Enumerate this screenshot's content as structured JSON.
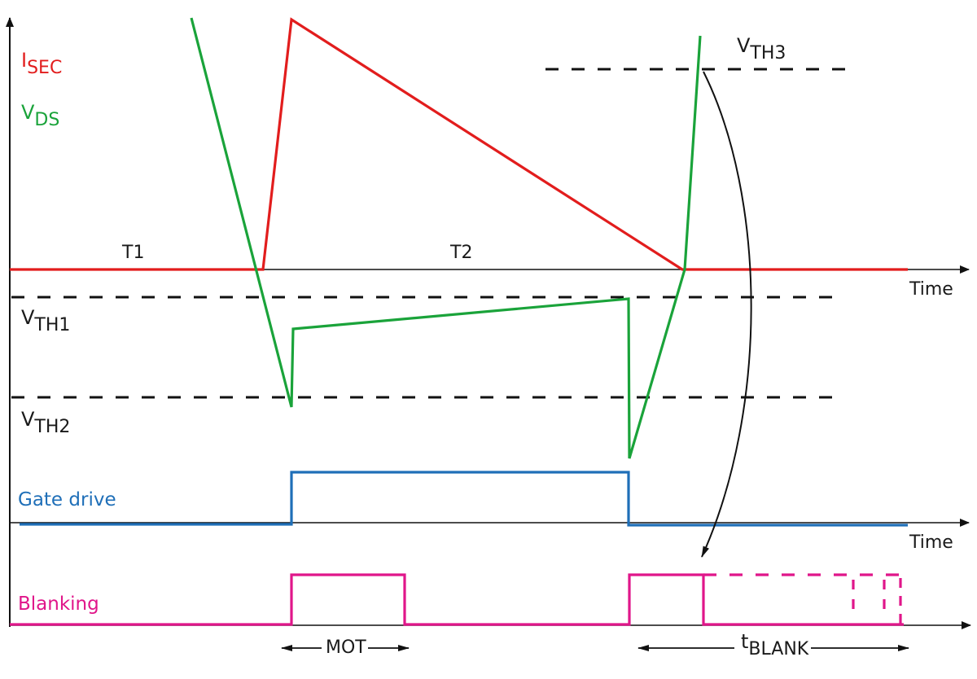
{
  "diagram": {
    "type": "timing-diagram",
    "signals": {
      "isec": {
        "main": "I",
        "sub": "SEC",
        "color": "#e21d1d"
      },
      "vds": {
        "main": "V",
        "sub": "DS",
        "color": "#1aa33a"
      },
      "gate": {
        "label": "Gate drive",
        "color": "#1f6fb8"
      },
      "blanking": {
        "label": "Blanking",
        "color": "#e0168a"
      }
    },
    "thresholds": {
      "vth1": {
        "main": "V",
        "sub": "TH1"
      },
      "vth2": {
        "main": "V",
        "sub": "TH2"
      },
      "vth3": {
        "main": "V",
        "sub": "TH3"
      }
    },
    "intervals": {
      "t1": "T1",
      "t2": "T2",
      "mot": "MOT",
      "tblank": {
        "main": "t",
        "sub": "BLANK"
      }
    },
    "axes": {
      "time_label_1": "Time",
      "time_label_2": "Time"
    }
  }
}
